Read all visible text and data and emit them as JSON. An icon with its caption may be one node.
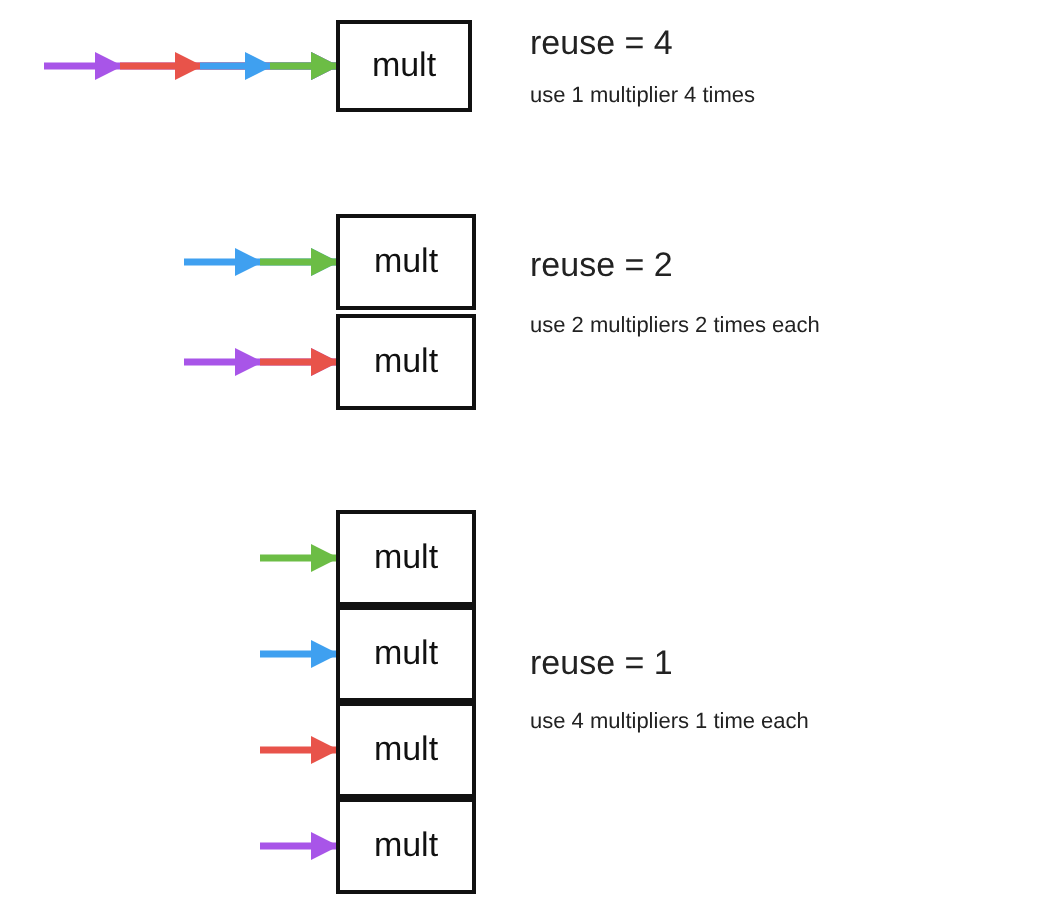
{
  "diagram": {
    "nodes": [
      {
        "text": [
          "mult"
        ]
      },
      {
        "text": [
          "mult"
        ]
      },
      {
        "text": [
          "mult"
        ]
      },
      {
        "text": [
          "mult"
        ]
      },
      {
        "text": [
          "mult"
        ]
      },
      {
        "text": [
          "mult"
        ]
      },
      {
        "text": [
          "mult"
        ]
      }
    ],
    "edges": [
      {
        "from": null,
        "to": 0,
        "arrow": "to",
        "color": "#a855e8"
      },
      {
        "from": null,
        "to": 0,
        "arrow": "to",
        "color": "#e8534a"
      },
      {
        "from": null,
        "to": 0,
        "arrow": "to",
        "color": "#3fa0f0"
      },
      {
        "from": null,
        "to": 0,
        "arrow": "to",
        "color": "#6cbd45"
      },
      {
        "from": null,
        "to": 1,
        "arrow": "to",
        "color": "#3fa0f0"
      },
      {
        "from": null,
        "to": 1,
        "arrow": "to",
        "color": "#6cbd45"
      },
      {
        "from": null,
        "to": 2,
        "arrow": "to",
        "color": "#a855e8"
      },
      {
        "from": null,
        "to": 2,
        "arrow": "to",
        "color": "#e8534a"
      },
      {
        "from": null,
        "to": 3,
        "arrow": "to",
        "color": "#6cbd45"
      },
      {
        "from": null,
        "to": 4,
        "arrow": "to",
        "color": "#3fa0f0"
      },
      {
        "from": null,
        "to": 5,
        "arrow": "to",
        "color": "#e8534a"
      },
      {
        "from": null,
        "to": 6,
        "arrow": "to",
        "color": "#a855e8"
      }
    ],
    "labels": [
      "reuse = 4",
      "use 1 multiplier 4 times",
      "reuse = 2",
      "use 2 multipliers 2 times each",
      "reuse = 1",
      "use 4 multipliers 1 time each"
    ]
  }
}
